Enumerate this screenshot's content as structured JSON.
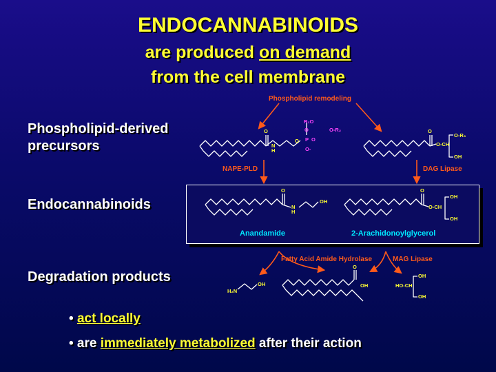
{
  "title": "ENDOCANNABINOIDS",
  "subtitle": {
    "line1_pre": "are produced ",
    "line1_em": "on demand",
    "line2": "from the cell membrane"
  },
  "remodeling_label": "Phospholipid remodeling",
  "rows": {
    "precursors": "Phospholipid-derived\nprecursors",
    "endocannabinoids": "Endocannabinoids",
    "degradation": "Degradation products"
  },
  "enzymes": {
    "nape_pld": "NAPE-PLD",
    "dag_lipase": "DAG Lipase",
    "faah": "Fatty Acid Amide Hydrolase",
    "mag_lipase": "MAG Lipase"
  },
  "compounds": {
    "anandamide": "Anandamide",
    "two_ag": "2-Arachidonoylglycerol"
  },
  "atoms": {
    "o": "O",
    "n": "N",
    "h": "H",
    "oh": "OH",
    "p": "P",
    "o_neg": "O-",
    "r1o": "R₁O",
    "o_r2": "O-R₂",
    "o_r3": "O-R₃",
    "o_ch": "O-CH",
    "ch": "CH",
    "ho_ch": "HO-CH",
    "h2n": "H₂N"
  },
  "bullets": {
    "b1_pre": "• ",
    "b1_em": "act locally",
    "b2_pre": "• are ",
    "b2_em": "immediately metabolized",
    "b2_post": " after their action"
  },
  "colors": {
    "title": "#ffff33",
    "enzyme": "#ff5a1a",
    "caption": "#00e8ff",
    "phosphate": "#ff44ff",
    "text": "#ffffff"
  }
}
